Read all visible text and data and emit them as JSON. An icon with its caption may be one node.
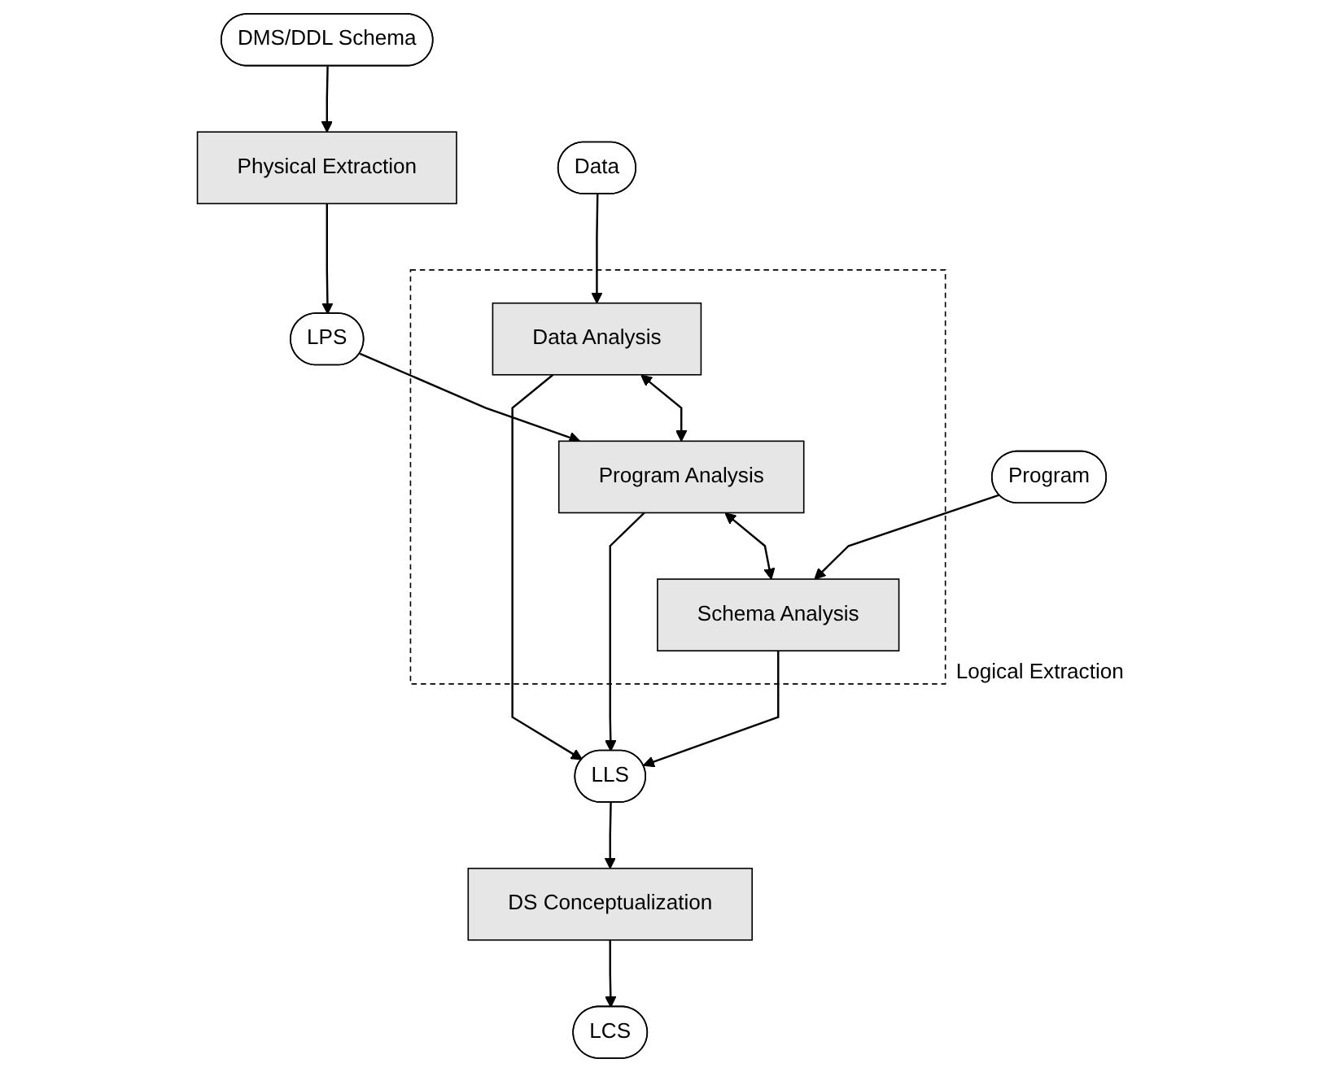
{
  "diagram": {
    "nodes": [
      {
        "text": [
          "DMS/DDL Schema"
        ]
      },
      {
        "text": [
          "Physical Extraction"
        ]
      },
      {
        "text": [
          "Data"
        ]
      },
      {
        "text": [
          "LPS"
        ]
      },
      {
        "text": [
          "Program"
        ]
      },
      {
        "text": [
          "Logical Extraction"
        ]
      },
      {
        "text": [
          "Data Analysis"
        ],
        "in": 5
      },
      {
        "text": [
          "Program Analysis"
        ],
        "in": 5
      },
      {
        "text": [
          "Schema Analysis"
        ],
        "in": 5
      },
      {
        "text": [
          "LLS"
        ]
      },
      {
        "text": [
          "DS Conceptualization"
        ]
      },
      {
        "text": [
          "LCS"
        ]
      }
    ],
    "edges": [
      {
        "from": 0,
        "to": 1,
        "arrow": "to"
      },
      {
        "from": 1,
        "to": 3,
        "arrow": "to"
      },
      {
        "from": 2,
        "to": 6,
        "arrow": "to"
      },
      {
        "from": 3,
        "to": 7,
        "arrow": "to"
      },
      {
        "from": 4,
        "to": 8,
        "arrow": "to"
      },
      {
        "from": 6,
        "to": 7,
        "arrow": "both"
      },
      {
        "from": 7,
        "to": 8,
        "arrow": "both"
      },
      {
        "from": 6,
        "to": 9,
        "arrow": "to"
      },
      {
        "from": 7,
        "to": 9,
        "arrow": "to"
      },
      {
        "from": 8,
        "to": 9,
        "arrow": "to"
      },
      {
        "from": 9,
        "to": 10,
        "arrow": "to"
      },
      {
        "from": 10,
        "to": 11,
        "arrow": "to"
      }
    ]
  }
}
